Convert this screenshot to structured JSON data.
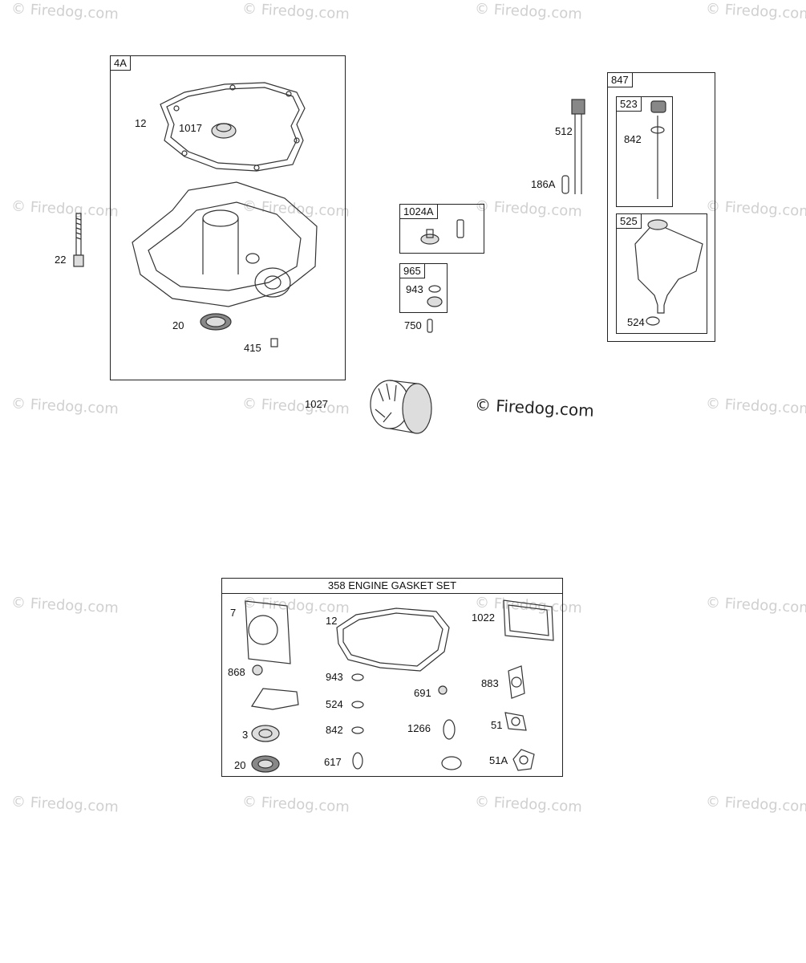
{
  "watermark": "© Firedog.com",
  "watermark_center": "© Firedog.com",
  "box_4a": {
    "tag": "4A",
    "labels": {
      "l12": "12",
      "l1017": "1017",
      "l20": "20",
      "l415": "415"
    }
  },
  "loose": {
    "l22": "22",
    "l1027": "1027",
    "l512": "512",
    "l186a": "186A",
    "l750": "750"
  },
  "box_1024a": {
    "tag": "1024A"
  },
  "box_965": {
    "tag": "965",
    "l943": "943"
  },
  "box_847": {
    "tag": "847"
  },
  "box_523": {
    "tag": "523",
    "l842": "842"
  },
  "box_525": {
    "tag": "525",
    "l524": "524"
  },
  "gasket_set": {
    "title": "358 ENGINE GASKET SET",
    "labels": {
      "l7": "7",
      "l868": "868",
      "l3": "3",
      "l20": "20",
      "l12": "12",
      "l943": "943",
      "l524": "524",
      "l842": "842",
      "l617": "617",
      "l691": "691",
      "l1266": "1266",
      "l1022": "1022",
      "l883": "883",
      "l51": "51",
      "l51a": "51A"
    }
  }
}
